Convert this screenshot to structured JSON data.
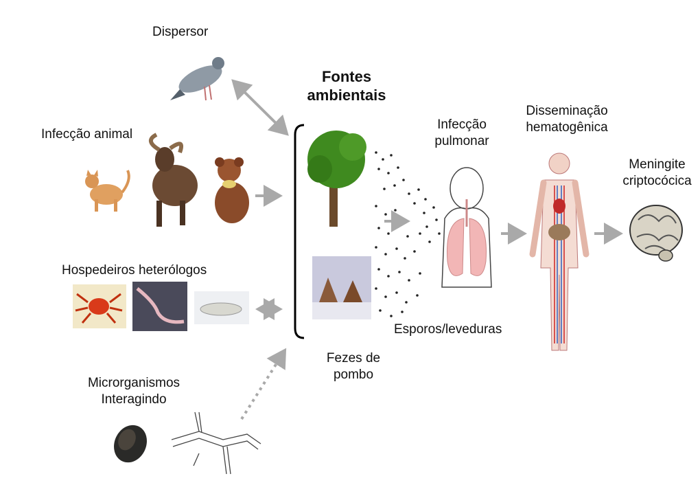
{
  "labels": {
    "dispersor": "Dispersor",
    "fontes_line1": "Fontes",
    "fontes_line2": "ambientais",
    "infeccao_animal": "Infecção animal",
    "hospedeiros": "Hospedeiros heterólogos",
    "microrganismos_line1": "Microrganismos",
    "microrganismos_line2": "Interagindo",
    "fezes_line1": "Fezes de",
    "fezes_line2": "pombo",
    "esporos": "Esporos/leveduras",
    "infeccao_pulmonar_line1": "Infecção",
    "infeccao_pulmonar_line2": "pulmonar",
    "disseminacao_line1": "Disseminação",
    "disseminacao_line2": "hematogênica",
    "meningite_line1": "Meningite",
    "meningite_line2": "criptocócica"
  },
  "colors": {
    "arrow": "#a9a9a9",
    "tree_foliage": "#3f8a1f",
    "tree_trunk": "#6b4a2b",
    "lung": "#f2b6b6",
    "brain": "#d9d4c6"
  },
  "icons": [
    "pigeon-icon",
    "cat-icon",
    "goat-icon",
    "koala-icon",
    "mite-icon",
    "worm-icon",
    "larva-icon",
    "tree-icon",
    "droppings-icon",
    "spores-icon",
    "lungs-icon",
    "body-icon",
    "brain-icon",
    "yeast-cell-icon",
    "hyphae-icon"
  ]
}
